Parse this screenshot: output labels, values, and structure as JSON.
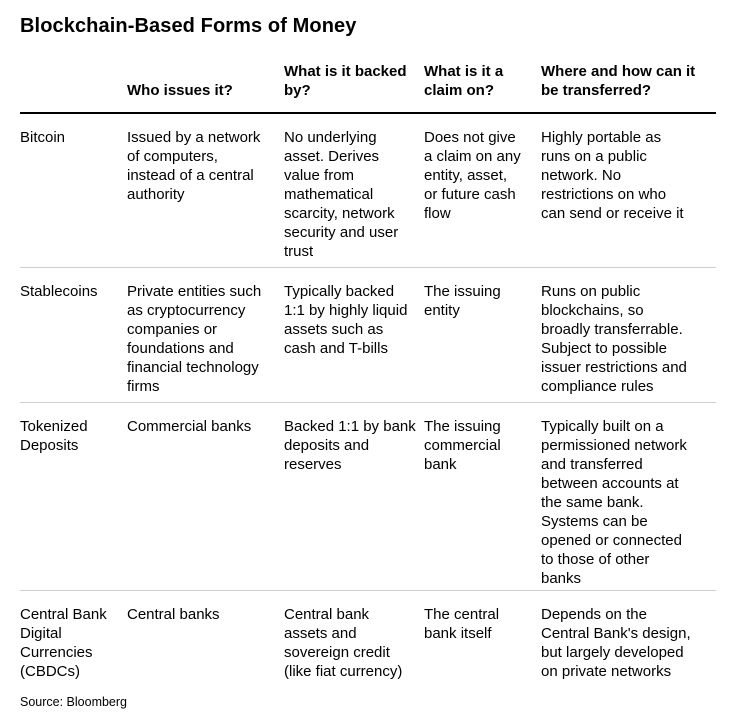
{
  "title": "Blockchain-Based Forms of Money",
  "source": "Source: Bloomberg",
  "colors": {
    "text": "#000000",
    "header_rule": "#000000",
    "row_divider": "#cfcfcf",
    "background": "#ffffff"
  },
  "table": {
    "column_headers": {
      "issuer": "Who issues it?",
      "backed_by": "What is it backed\nby?",
      "claim_on": "What is it a\nclaim on?",
      "transfer": "Where and how can it\nbe transferred?"
    },
    "rows": [
      {
        "label": "Bitcoin",
        "issuer": "Issued by a network\nof computers,\ninstead of a central\nauthority",
        "backed_by": "No underlying\nasset. Derives\nvalue from\nmathematical\nscarcity, network\nsecurity and user\ntrust",
        "claim_on": "Does not give\na claim on any\nentity, asset,\nor future cash\nflow",
        "transfer": "Highly portable as\nruns on a public\nnetwork. No\nrestrictions on who\ncan send or receive it"
      },
      {
        "label": "Stablecoins",
        "issuer": "Private entities such\nas cryptocurrency\ncompanies or\nfoundations and\nfinancial technology\nfirms",
        "backed_by": "Typically backed\n1:1 by highly liquid\nassets such as\ncash and T-bills",
        "claim_on": "The issuing\nentity",
        "transfer": "Runs on public\nblockchains, so\nbroadly transferrable.\nSubject to possible\nissuer restrictions and\ncompliance rules"
      },
      {
        "label": "Tokenized\nDeposits",
        "issuer": "Commercial banks",
        "backed_by": "Backed 1:1 by bank\ndeposits and\nreserves",
        "claim_on": "The issuing\ncommercial\nbank",
        "transfer": "Typically built on a\npermissioned network\nand transferred\nbetween accounts at\nthe same bank.\nSystems can be\nopened or connected\nto those of other\nbanks"
      },
      {
        "label": "Central Bank\nDigital\nCurrencies\n(CBDCs)",
        "issuer": "Central banks",
        "backed_by": "Central bank\nassets and\nsovereign credit\n(like fiat currency)",
        "claim_on": "The central\nbank itself",
        "transfer": "Depends on the\nCentral Bank's design,\nbut largely developed\non private networks"
      }
    ]
  },
  "chart_data": {
    "type": "table",
    "title": "Blockchain-Based Forms of Money",
    "columns": [
      "",
      "Who issues it?",
      "What is it backed by?",
      "What is it a claim on?",
      "Where and how can it be transferred?"
    ],
    "rows": [
      [
        "Bitcoin",
        "Issued by a network of computers, instead of a central authority",
        "No underlying asset. Derives value from mathematical scarcity, network security and user trust",
        "Does not give a claim on any entity, asset, or future cash flow",
        "Highly portable as runs on a public network. No restrictions on who can send or receive it"
      ],
      [
        "Stablecoins",
        "Private entities such as cryptocurrency companies or foundations and financial technology firms",
        "Typically backed 1:1 by highly liquid assets such as cash and T-bills",
        "The issuing entity",
        "Runs on public blockchains, so broadly transferrable. Subject to possible issuer restrictions and compliance rules"
      ],
      [
        "Tokenized Deposits",
        "Commercial banks",
        "Backed 1:1 by bank deposits and reserves",
        "The issuing commercial bank",
        "Typically built on a permissioned network and transferred between accounts at the same bank. Systems can be opened or connected to those of other banks"
      ],
      [
        "Central Bank Digital Currencies (CBDCs)",
        "Central banks",
        "Central bank assets and sovereign credit (like fiat currency)",
        "The central bank itself",
        "Depends on the Central Bank's design, but largely developed on private networks"
      ]
    ],
    "source": "Source: Bloomberg",
    "layout": {
      "header_rule": "thick black",
      "row_dividers": "thin light gray",
      "grid": "off"
    }
  }
}
